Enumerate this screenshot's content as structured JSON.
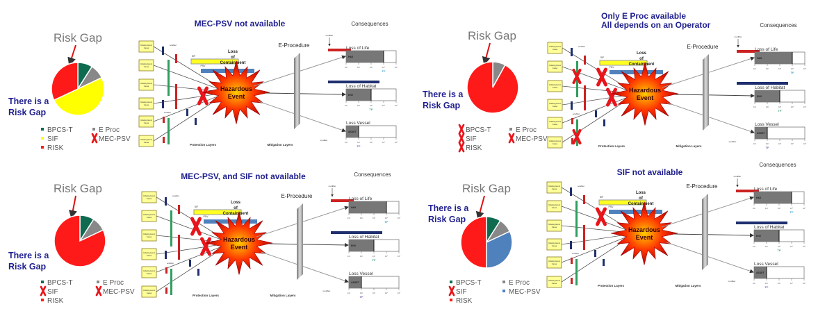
{
  "shared": {
    "risk_gap_label": "Risk Gap",
    "risk_gap_note": [
      "There is a",
      "Risk Gap"
    ],
    "initiating_event": [
      "Initiating Event",
      "Cause"
    ],
    "enabler": "enabler",
    "sif_label": "SIF",
    "psv_label": "PSV",
    "loss_of_containment": [
      "Loss",
      "of",
      "Containment"
    ],
    "hazardous_event": [
      "Hazardous",
      "Event"
    ],
    "e_procedure": "E-Procedure",
    "modifier": "modifier",
    "protection_layers": "Protection Layers",
    "mitigation_layers": "Mitigation Layers",
    "consequences_title": "Consequences",
    "ticks": [
      "10¹",
      "10²",
      "10³",
      "10⁴",
      "10⁵"
    ],
    "tf": "TF",
    "consequences": [
      {
        "label": "Loss of Life",
        "tag": "H&S",
        "fill_fraction": 0.75,
        "tf_color": "#3399cc"
      },
      {
        "label": "Loss of Habitat",
        "tag": "ENV",
        "fill_fraction": 0.5,
        "tf_color": "#339966"
      },
      {
        "label": "Loss Vessel",
        "tag": "ASSET",
        "fill_fraction": 0.25,
        "tf_color": "#7755aa"
      }
    ]
  },
  "colors": {
    "bpcs": "#0e6b50",
    "eproc": "#888888",
    "sif": "#ffff00",
    "psv": "#4f81bd",
    "risk": "#ff1a1a",
    "title": "#1f1f8f"
  },
  "panels": [
    {
      "title": [
        "MEC-PSV not available"
      ],
      "pie": [
        {
          "label": "BPCS-T",
          "value": 9
        },
        {
          "label": "E Proc",
          "value": 9
        },
        {
          "label": "SIF",
          "value": 50
        },
        {
          "label": "RISK",
          "value": 32
        }
      ],
      "legend": [
        {
          "label": "BPCS-T",
          "key": "bpcs",
          "crossed": false
        },
        {
          "label": "SIF",
          "key": "sif",
          "crossed": false
        },
        {
          "label": "RISK",
          "key": "risk",
          "crossed": false
        },
        {
          "label": "E Proc",
          "key": "eproc",
          "crossed": false
        },
        {
          "label": "MEC-PSV",
          "key": "psv",
          "crossed": true
        }
      ],
      "unavailable_layers": [
        "PSV"
      ]
    },
    {
      "title": [
        "Only E Proc available",
        "All depends on an Operator"
      ],
      "pie": [
        {
          "label": "E Proc",
          "value": 8
        },
        {
          "label": "RISK",
          "value": 92
        }
      ],
      "legend": [
        {
          "label": "BPCS-T",
          "key": "bpcs",
          "crossed": true
        },
        {
          "label": "SIF",
          "key": "sif",
          "crossed": true
        },
        {
          "label": "RISK",
          "key": "risk",
          "crossed": true
        },
        {
          "label": "E Proc",
          "key": "eproc",
          "crossed": false
        },
        {
          "label": "MEC-PSV",
          "key": "psv",
          "crossed": true
        }
      ],
      "unavailable_layers": [
        "BPCS",
        "SIF",
        "PSV"
      ]
    },
    {
      "title": [
        "MEC-PSV, and SIF not available"
      ],
      "pie": [
        {
          "label": "BPCS-T",
          "value": 9
        },
        {
          "label": "E Proc",
          "value": 9
        },
        {
          "label": "RISK",
          "value": 82
        }
      ],
      "legend": [
        {
          "label": "BPCS-T",
          "key": "bpcs",
          "crossed": false
        },
        {
          "label": "SIF",
          "key": "sif",
          "crossed": true
        },
        {
          "label": "RISK",
          "key": "risk",
          "crossed": false
        },
        {
          "label": "E Proc",
          "key": "eproc",
          "crossed": false
        },
        {
          "label": "MEC-PSV",
          "key": "psv",
          "crossed": true
        }
      ],
      "unavailable_layers": [
        "SIF",
        "PSV"
      ]
    },
    {
      "title": [
        "SIF not available"
      ],
      "pie": [
        {
          "label": "BPCS-T",
          "value": 9
        },
        {
          "label": "E Proc",
          "value": 9
        },
        {
          "label": "MEC-PSV",
          "value": 32
        },
        {
          "label": "RISK",
          "value": 50
        }
      ],
      "legend": [
        {
          "label": "BPCS-T",
          "key": "bpcs",
          "crossed": false
        },
        {
          "label": "SIF",
          "key": "sif",
          "crossed": true
        },
        {
          "label": "RISK",
          "key": "risk",
          "crossed": false
        },
        {
          "label": "E Proc",
          "key": "eproc",
          "crossed": false
        },
        {
          "label": "MEC-PSV",
          "key": "psv",
          "crossed": false
        }
      ],
      "unavailable_layers": [
        "SIF"
      ]
    }
  ]
}
